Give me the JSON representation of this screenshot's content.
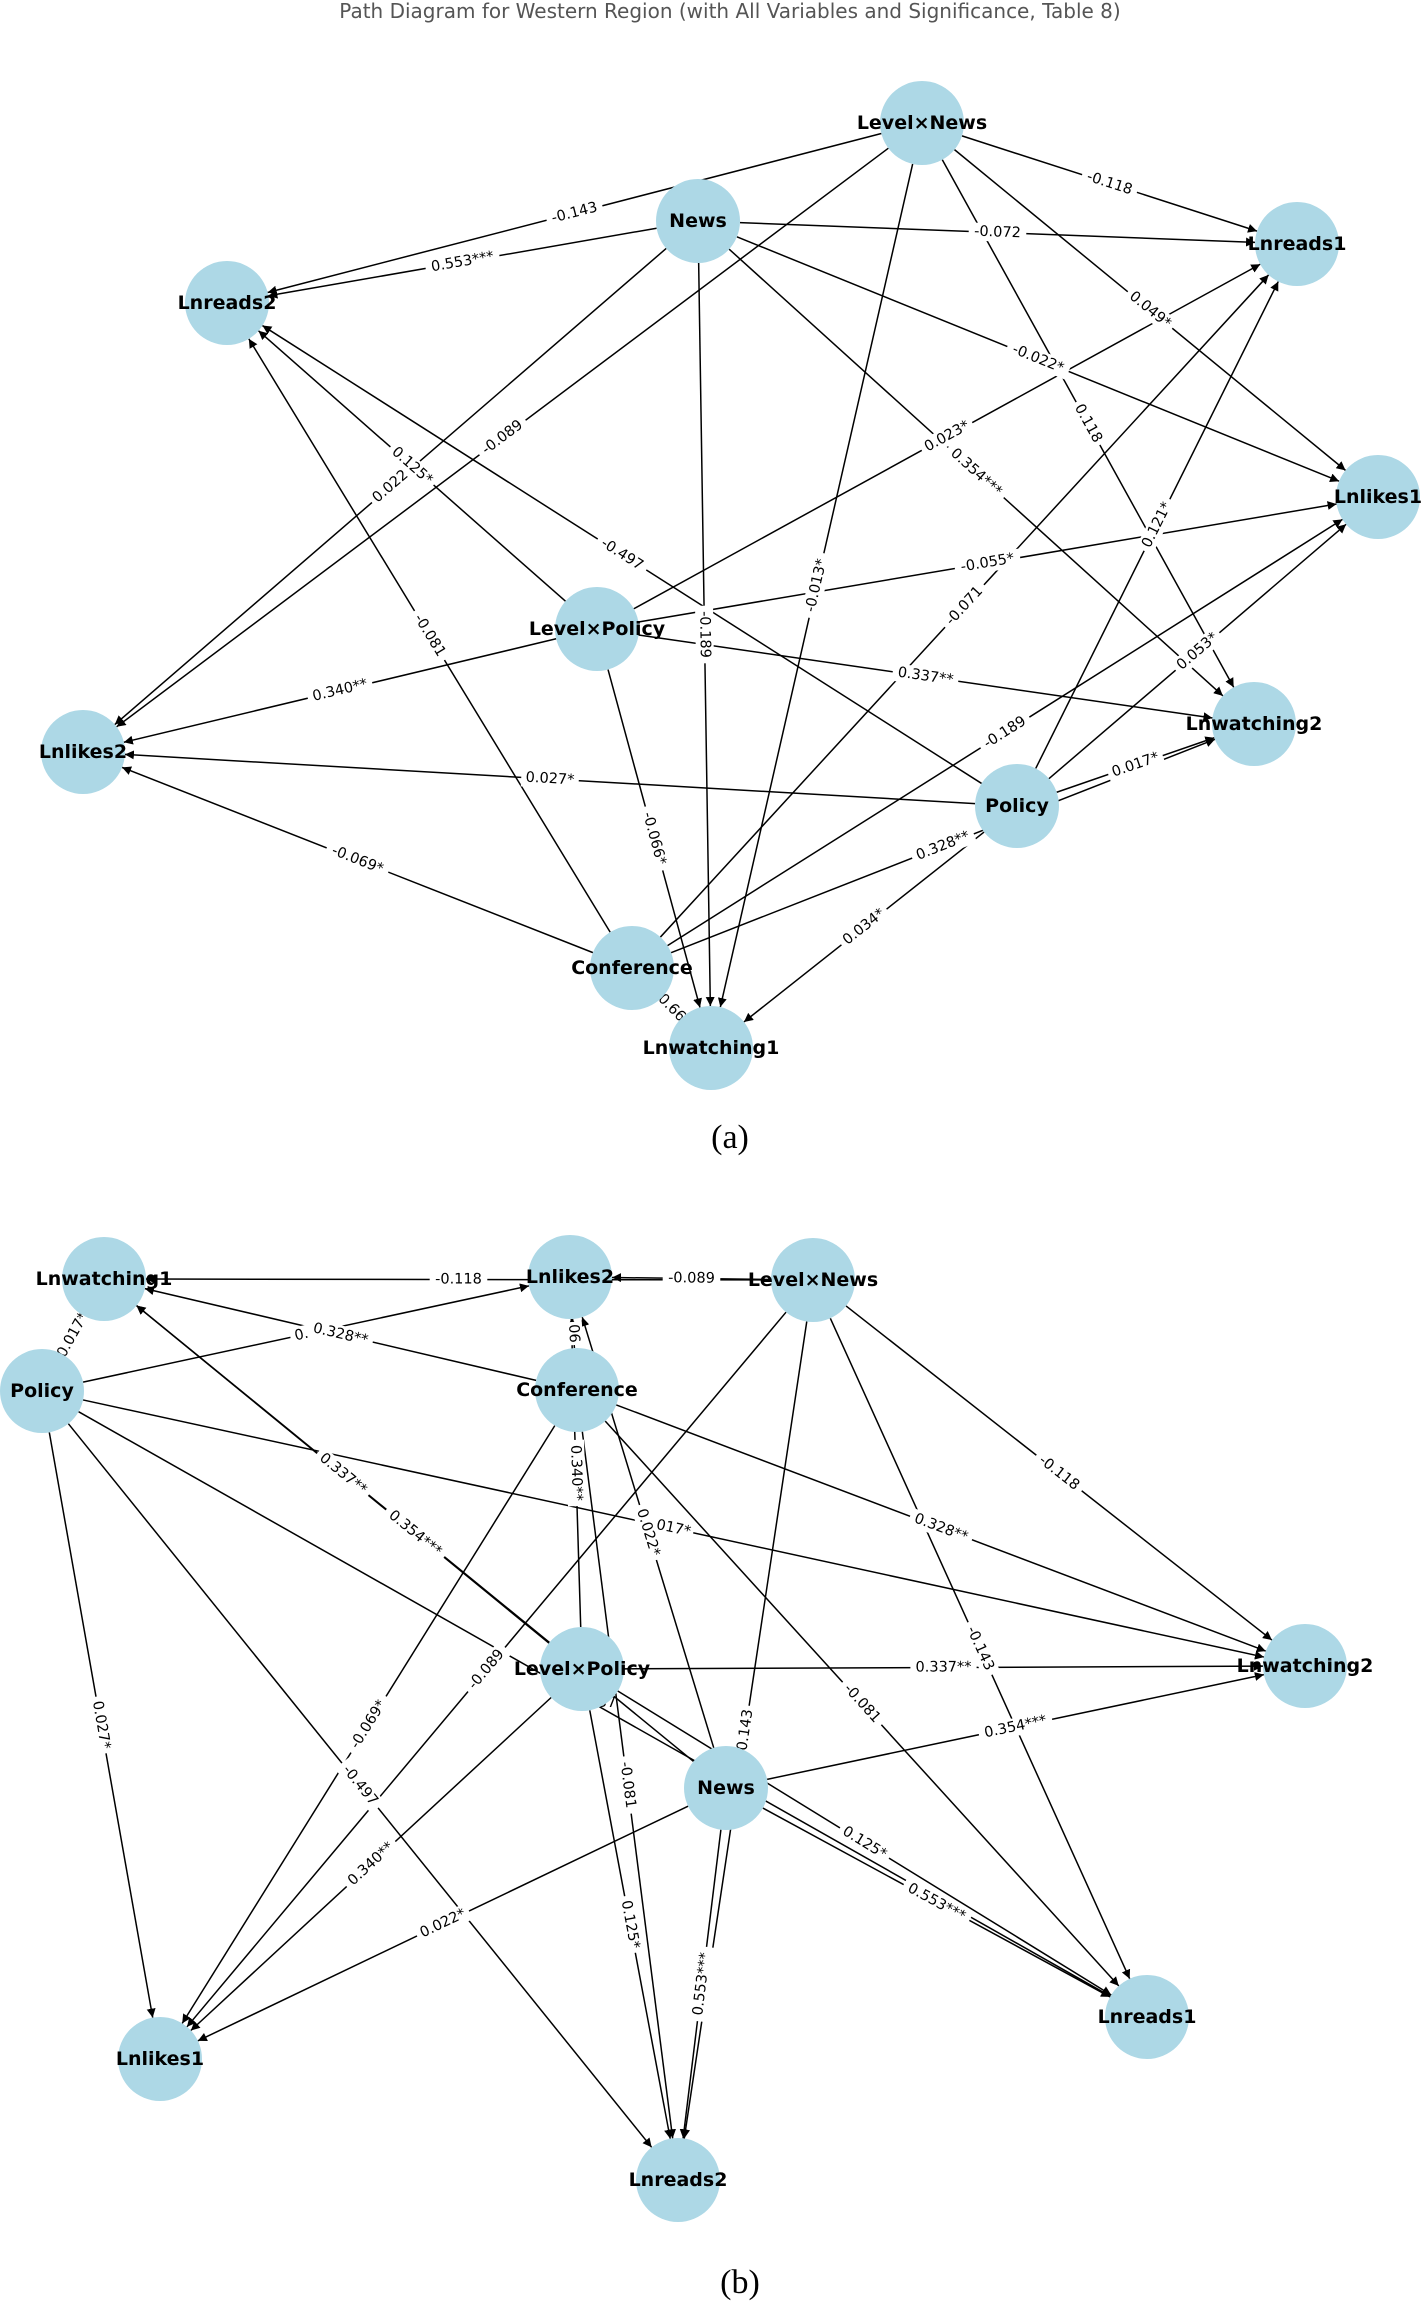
{
  "title": "Path Diagram for Western Region (with All Variables and Significance, Table 8)",
  "panels": [
    {
      "id": "a",
      "caption": "(a)",
      "nodes": [
        {
          "id": "LevelNews",
          "label": "Level×News"
        },
        {
          "id": "News",
          "label": "News"
        },
        {
          "id": "Lnreads1",
          "label": "Lnreads1"
        },
        {
          "id": "Lnreads2",
          "label": "Lnreads2"
        },
        {
          "id": "Lnlikes1",
          "label": "Lnlikes1"
        },
        {
          "id": "LevelPolicy",
          "label": "Level×Policy"
        },
        {
          "id": "Lnlikes2",
          "label": "Lnlikes2"
        },
        {
          "id": "Lnwatching2",
          "label": "Lnwatching2"
        },
        {
          "id": "Policy",
          "label": "Policy"
        },
        {
          "id": "Conference",
          "label": "Conference"
        },
        {
          "id": "Lnwatching1",
          "label": "Lnwatching1"
        }
      ],
      "edges": [
        {
          "from": "LevelNews",
          "to": "Lnreads2",
          "label": "-0.143"
        },
        {
          "from": "LevelNews",
          "to": "Lnreads1",
          "label": "-0.118"
        },
        {
          "from": "LevelNews",
          "to": "Lnlikes1",
          "label": "0.049*"
        },
        {
          "from": "LevelNews",
          "to": "Lnwatching2",
          "label": "0.118"
        },
        {
          "from": "LevelNews",
          "to": "Lnlikes2",
          "label": "-0.089"
        },
        {
          "from": "LevelNews",
          "to": "Lnwatching1",
          "label": "-0.013*"
        },
        {
          "from": "News",
          "to": "Lnreads2",
          "label": "0.553***"
        },
        {
          "from": "News",
          "to": "Lnreads1",
          "label": "-0.072"
        },
        {
          "from": "News",
          "to": "Lnlikes1",
          "label": "-0.022*"
        },
        {
          "from": "News",
          "to": "Lnwatching2",
          "label": "0.354***"
        },
        {
          "from": "News",
          "to": "Lnlikes2",
          "label": "0.022"
        },
        {
          "from": "News",
          "to": "Lnwatching1",
          "label": "-0.189"
        },
        {
          "from": "LevelPolicy",
          "to": "Lnreads2",
          "label": "0.125*"
        },
        {
          "from": "LevelPolicy",
          "to": "Lnreads1",
          "label": "0.023*"
        },
        {
          "from": "LevelPolicy",
          "to": "Lnlikes1",
          "label": "-0.055*"
        },
        {
          "from": "LevelPolicy",
          "to": "Lnwatching2",
          "label": "0.337**"
        },
        {
          "from": "LevelPolicy",
          "to": "Lnlikes2",
          "label": "0.340**"
        },
        {
          "from": "LevelPolicy",
          "to": "Lnwatching1",
          "label": "-0.066*"
        },
        {
          "from": "Policy",
          "to": "Lnreads2",
          "label": "-0.497"
        },
        {
          "from": "Policy",
          "to": "Lnreads1",
          "label": "0.121*"
        },
        {
          "from": "Policy",
          "to": "Lnlikes1",
          "label": "0.053*"
        },
        {
          "from": "Policy",
          "to": "Lnwatching2",
          "label": "0.017*"
        },
        {
          "from": "Policy",
          "to": "Lnlikes2",
          "label": "0.027*"
        },
        {
          "from": "Policy",
          "to": "Lnwatching1",
          "label": "0.034*"
        },
        {
          "from": "Conference",
          "to": "Lnreads2",
          "label": "-0.081"
        },
        {
          "from": "Conference",
          "to": "Lnreads1",
          "label": "-0.071"
        },
        {
          "from": "Conference",
          "to": "Lnlikes1",
          "label": "-0.189"
        },
        {
          "from": "Conference",
          "to": "Lnwatching2",
          "label": "0.328**"
        },
        {
          "from": "Conference",
          "to": "Lnlikes2",
          "label": "-0.069*"
        },
        {
          "from": "Conference",
          "to": "Lnwatching1",
          "label": "0.66"
        }
      ]
    },
    {
      "id": "b",
      "caption": "(b)",
      "nodes": [
        {
          "id": "Lnwatching1",
          "label": "Lnwatching1"
        },
        {
          "id": "Lnlikes2",
          "label": "Lnlikes2"
        },
        {
          "id": "LevelNews",
          "label": "Level×News"
        },
        {
          "id": "Policy",
          "label": "Policy"
        },
        {
          "id": "Conference",
          "label": "Conference"
        },
        {
          "id": "LevelPolicy",
          "label": "Level×Policy"
        },
        {
          "id": "Lnwatching2",
          "label": "Lnwatching2"
        },
        {
          "id": "News",
          "label": "News"
        },
        {
          "id": "Lnreads1",
          "label": "Lnreads1"
        },
        {
          "id": "Lnlikes1",
          "label": "Lnlikes1"
        },
        {
          "id": "Lnreads2",
          "label": "Lnreads2"
        }
      ],
      "edges": [
        {
          "from": "LevelNews",
          "to": "Lnwatching1",
          "label": "-0.118"
        },
        {
          "from": "LevelNews",
          "to": "Lnlikes2",
          "label": "-0.089"
        },
        {
          "from": "LevelNews",
          "to": "Lnwatching2",
          "label": "-0.118"
        },
        {
          "from": "LevelNews",
          "to": "Lnreads1",
          "label": "-0.143"
        },
        {
          "from": "LevelNews",
          "to": "Lnlikes1",
          "label": "-0.089"
        },
        {
          "from": "LevelNews",
          "to": "Lnreads2",
          "label": "0.143"
        },
        {
          "from": "Policy",
          "to": "Lnwatching1",
          "label": "0.017*"
        },
        {
          "from": "Policy",
          "to": "Lnlikes2",
          "label": "0.0"
        },
        {
          "from": "Policy",
          "to": "Lnwatching2",
          "label": "017*"
        },
        {
          "from": "Policy",
          "to": "Lnlikes1",
          "label": "0.027*"
        },
        {
          "from": "Policy",
          "to": "Lnreads2",
          "label": "-0.497"
        },
        {
          "from": "Policy",
          "to": "Lnreads1",
          "label": ""
        },
        {
          "from": "Conference",
          "to": "Lnwatching1",
          "label": "0.328**"
        },
        {
          "from": "Conference",
          "to": "Lnlikes2",
          "label": "06"
        },
        {
          "from": "Conference",
          "to": "Lnwatching2",
          "label": "0.328**"
        },
        {
          "from": "Conference",
          "to": "Lnreads1",
          "label": "-0.081"
        },
        {
          "from": "Conference",
          "to": "Lnlikes1",
          "label": "-0.069*"
        },
        {
          "from": "Conference",
          "to": "Lnreads2",
          "label": "-0.081"
        },
        {
          "from": "LevelPolicy",
          "to": "Lnwatching1",
          "label": "0.337**"
        },
        {
          "from": "LevelPolicy",
          "to": "Lnlikes2",
          "label": "0.340**"
        },
        {
          "from": "LevelPolicy",
          "to": "Lnwatching2",
          "label": "0.337**"
        },
        {
          "from": "LevelPolicy",
          "to": "Lnreads1",
          "label": "0.125*"
        },
        {
          "from": "LevelPolicy",
          "to": "Lnlikes1",
          "label": "0.340**"
        },
        {
          "from": "LevelPolicy",
          "to": "Lnreads2",
          "label": "0.125*"
        },
        {
          "from": "News",
          "to": "Lnwatching1",
          "label": "0.354***"
        },
        {
          "from": "News",
          "to": "Lnlikes2",
          "label": "0.022*"
        },
        {
          "from": "News",
          "to": "Lnwatching2",
          "label": "0.354***"
        },
        {
          "from": "News",
          "to": "Lnreads1",
          "label": "0.553***"
        },
        {
          "from": "News",
          "to": "Lnlikes1",
          "label": "0.022*"
        },
        {
          "from": "News",
          "to": "Lnreads2",
          "label": "0.553***"
        }
      ],
      "extra_labels": [
        "37"
      ]
    }
  ]
}
